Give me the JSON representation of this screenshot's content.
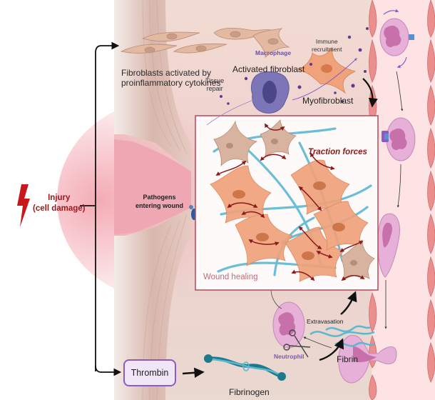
{
  "title": "Fibroblast and immune response in wound healing",
  "labels": {
    "injury_line1": "Injury",
    "injury_line2": "(cell damage)",
    "fibroblasts_line1": "Fibroblasts activated by",
    "fibroblasts_line2": "proinflammatory cytokines",
    "tissue_line1": "Tissue",
    "tissue_line2": "repair",
    "macrophage": "Macrophage",
    "immune_line1": "Immune",
    "immune_line2": "recruitment",
    "activated_fibroblast": "Activated fibroblast",
    "myofibroblast": "Myofibroblast",
    "pathogens_line1": "Pathogens",
    "pathogens_line2": "entering wound",
    "traction_forces": "Traction forces",
    "wound_healing": "Wound healing",
    "extravasation": "Extravasation",
    "neutrophil": "Neutrophil",
    "fibrin": "Fibrin",
    "thrombin": "Thrombin",
    "fibrinogen": "Fibrinogen"
  },
  "icons": {
    "injury": "lightning-bolt-icon",
    "scissors": "scissors-icon"
  },
  "colors": {
    "injury_red": "#c8161d",
    "tissue_bg": "#eedcd3",
    "vessel": "#fde3e3",
    "endothelium": "#ea8e8e",
    "fibroblast": "#e3b9a2",
    "myofibroblast": "#f0a27a",
    "collagen": "#5bb8d2",
    "traction_arrow": "#8b1a1a",
    "macrophage": "#7c76b8",
    "neutrophil": "#e6b0d8",
    "thrombin_border": "#8a5cc0"
  }
}
